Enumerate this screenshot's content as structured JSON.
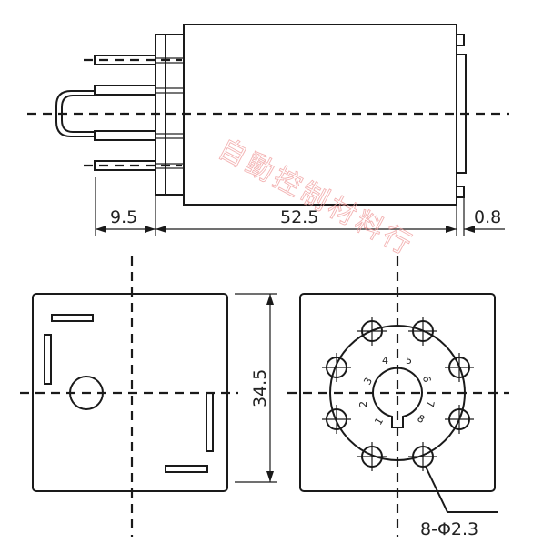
{
  "dimensions": {
    "lead_length": "9.5",
    "body_length": "52.5",
    "gap": "0.8",
    "body_width": "34.5",
    "hole_callout": "8-Φ2.3"
  },
  "pin_numbers": [
    "1",
    "2",
    "3",
    "4",
    "5",
    "6",
    "7",
    "8"
  ],
  "watermark": "自動控制材料行",
  "colors": {
    "line": "#1a1a1a",
    "watermark": "#ef9a9a"
  }
}
